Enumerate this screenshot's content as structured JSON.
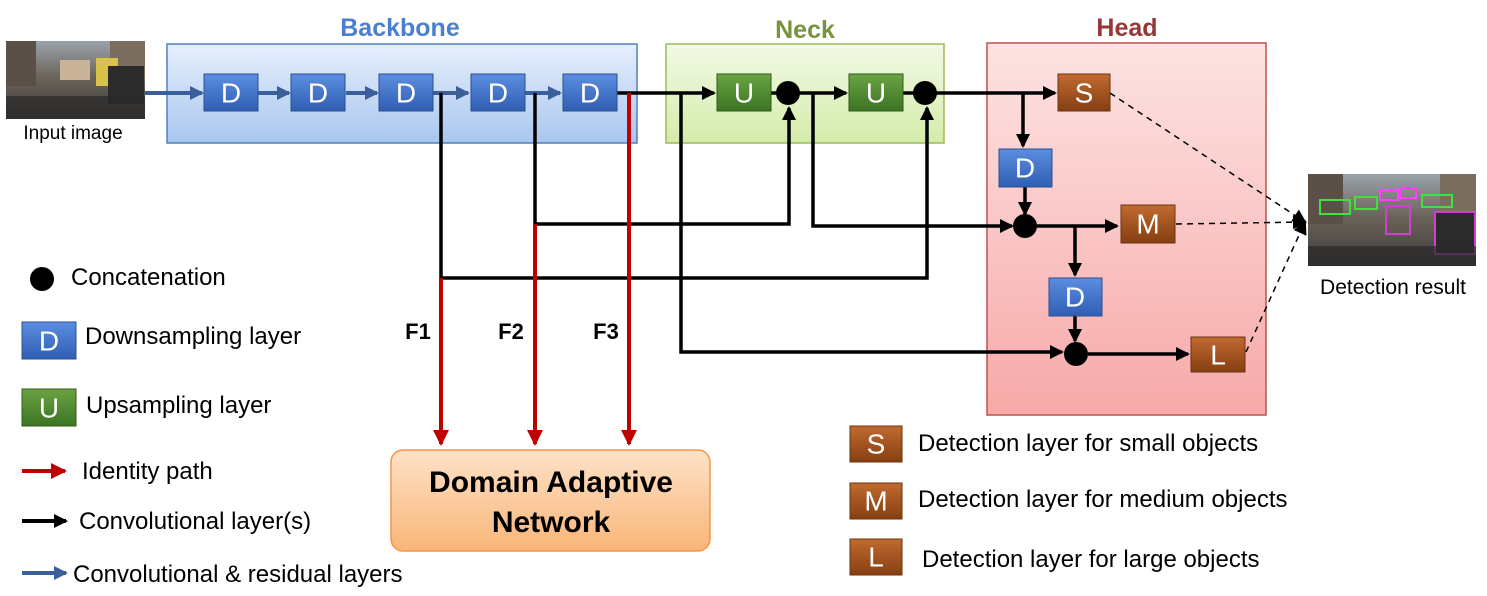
{
  "sections": {
    "backbone": "Backbone",
    "neck": "Neck",
    "head": "Head"
  },
  "blocks": {
    "d": "D",
    "u": "U",
    "s": "S",
    "m": "M",
    "l": "L"
  },
  "input_label": "Input image",
  "output_label": "Detection result",
  "features": {
    "f1": "F1",
    "f2": "F2",
    "f3": "F3"
  },
  "domain_network": {
    "line1": "Domain Adaptive",
    "line2": "Network"
  },
  "legend": {
    "concatenation": "Concatenation",
    "downsampling": "Downsampling layer",
    "upsampling": "Upsampling layer",
    "identity": "Identity path",
    "convolutional": "Convolutional layer(s)",
    "conv_residual": "Convolutional & residual layers"
  },
  "detection_legend": {
    "small": "Detection layer for small objects",
    "medium": "Detection layer for medium objects",
    "large": "Detection layer for large objects"
  },
  "colors": {
    "backbone_fill": "#dbe8fb",
    "backbone_border": "#4f81bd",
    "backbone_title": "#4a7fd0",
    "neck_fill": "#eaf6d3",
    "neck_border": "#9bbb59",
    "neck_title": "#77933c",
    "head_fill": "#f9c5c5",
    "head_border": "#c0504d",
    "head_title": "#953735",
    "d_block": "#4472c4",
    "u_block": "#4e8a2e",
    "det_block": "#a0521d",
    "identity": "#c00000",
    "conv": "#000000",
    "residual": "#3a5f9a",
    "dan_fill": "#fbc493"
  }
}
